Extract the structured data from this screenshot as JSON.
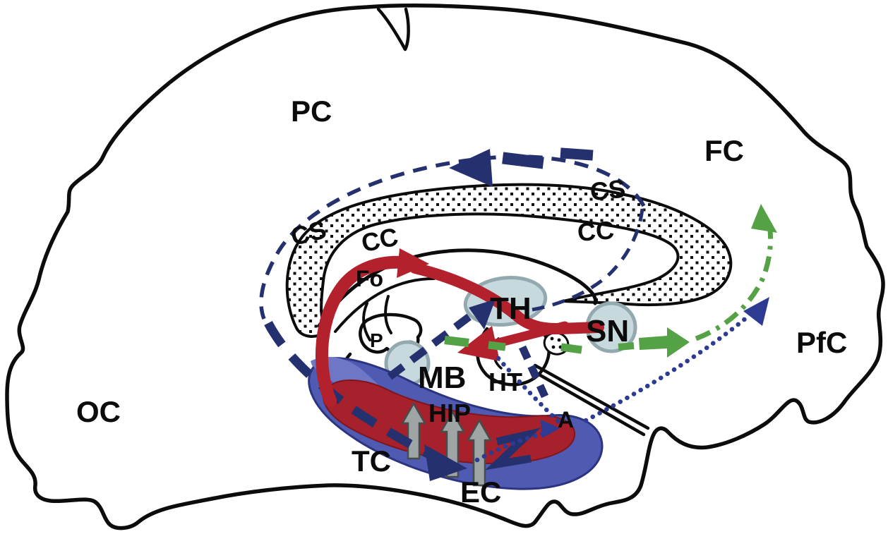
{
  "diagram": {
    "cortical_labels": {
      "pc": "PC",
      "fc": "FC",
      "oc": "OC",
      "tc": "TC",
      "pfc": "PfC",
      "ec": "EC"
    },
    "structure_labels": {
      "cs_left": "CS",
      "cs_right": "CS",
      "cc_left": "CC",
      "cc_right": "CC",
      "fo": "Fo",
      "p": "P",
      "th": "TH",
      "sn": "SN",
      "mb": "MB",
      "ht": "HT",
      "hip": "HIP",
      "a": "A"
    },
    "colors": {
      "navy": "#25306e",
      "dotted_blue": "#2d3b92",
      "red": "#b3222c",
      "red_region": "#a6212b",
      "red_region_edge": "#7e161e",
      "green": "#55a246",
      "blue_region": "#4f5ab2",
      "blue_region_edge": "#2c3480",
      "blue_region_light": "#6d77c6",
      "yellow": "#f0c11d",
      "node_fill": "#c8d9de",
      "node_edge": "#93a9b0",
      "gray_arrow": "#9fa5a4",
      "gray_arrow_edge": "#474c4c",
      "outline_black": "#0c0c0c"
    }
  }
}
